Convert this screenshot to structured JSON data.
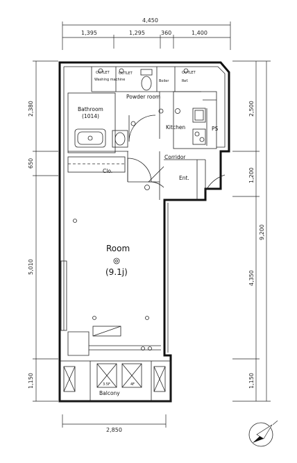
{
  "dimensions": {
    "top_total": "4,450",
    "top_segments": [
      "1,395",
      "1,295",
      "360",
      "1,400"
    ],
    "left_segments": [
      "2,380",
      "650",
      "5,010",
      "1,150"
    ],
    "right_segments": [
      "2,500",
      "1,200",
      "4,350",
      "1,150"
    ],
    "right_total": "9,200",
    "bottom": "2,850"
  },
  "rooms": {
    "room_name": "Room",
    "room_area": "(9.1j)",
    "powder_room": "Powder room",
    "bathroom": "Bathroom",
    "bathroom_size": "(1014)",
    "kitchen": "Kitchen",
    "corridor": "Corridor",
    "entrance": "Ent.",
    "closet": "Clo.",
    "balcony": "Balcony",
    "ps": "PS"
  },
  "fixtures": {
    "washing_machine_outlet": "OUTLET",
    "washing_machine_label": "Washing machine",
    "toilet_outlet": "OUTLET",
    "boiler": "Boiler",
    "refrigerator_outlet": "OUTLET",
    "refrigerator_label": "Ref.",
    "balcony_marker_1": "3.5F",
    "balcony_marker_2": "4F"
  },
  "colors": {
    "line": "#111111",
    "background": "#ffffff"
  },
  "icons": [
    "north-arrow-icon",
    "ceiling-light-icon",
    "outlet-icon"
  ]
}
